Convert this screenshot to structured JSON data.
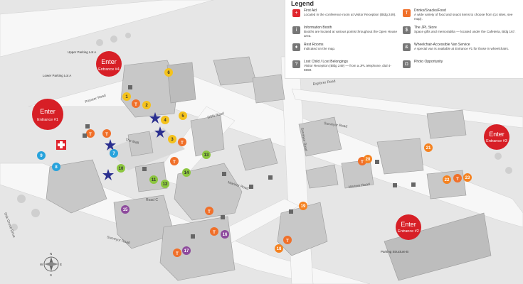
{
  "legend": {
    "title": "Legend",
    "items": [
      {
        "icon": "first-aid-icon",
        "glyph": "+",
        "color": "#e0262e",
        "name": "First Aid",
        "desc": "Located in the conference room at Visitor Reception (Bldg 249)."
      },
      {
        "icon": "info-icon",
        "glyph": "i",
        "color": "#777777",
        "name": "Information Booth",
        "desc": "Booths are located at various points throughout the Open House area."
      },
      {
        "icon": "restroom-icon",
        "glyph": "♦",
        "color": "#777777",
        "name": "Rest Rooms",
        "desc": "Indicated on the map."
      },
      {
        "icon": "lost-child-icon",
        "glyph": "?",
        "color": "#777777",
        "name": "Lost Child / Lost Belongings",
        "desc": "Visitor Reception (Bldg 249) — from a JPL telephone, dial 4-5559."
      },
      {
        "icon": "food-icon",
        "glyph": "T",
        "color": "#f0702a",
        "name": "Drinks/Snacks/Food",
        "desc": "A wide variety of food and snack items to choose from (14 sites, see map)."
      },
      {
        "icon": "store-icon",
        "glyph": "$",
        "color": "#777777",
        "name": "The JPL Store",
        "desc": "Space gifts and memorabilia — located under the Cafeteria, Bldg 167."
      },
      {
        "icon": "wheelchair-icon",
        "glyph": "&",
        "color": "#777777",
        "name": "Wheelchair-Accessible Van Service",
        "desc": "A special van is available at Entrance #1 for those in wheelchairs."
      },
      {
        "icon": "camera-icon",
        "glyph": "◘",
        "color": "#777777",
        "name": "Photo Opportunity",
        "desc": ""
      }
    ]
  },
  "entrances": [
    {
      "name": "entrance-4",
      "label": "Enter",
      "sub": "Entrance #4"
    },
    {
      "name": "entrance-1",
      "label": "Enter",
      "sub": "Entrance #1"
    },
    {
      "name": "entrance-3",
      "label": "Enter",
      "sub": "Entrance #3"
    },
    {
      "name": "entrance-2",
      "label": "Enter",
      "sub": "Entrance #2"
    }
  ],
  "roads": {
    "pioneer": "Pioneer Road",
    "dsn": "DSN Road",
    "mall": "The Mall",
    "mariner": "Mariner Road",
    "explorer": "Explorer Road",
    "surveyor": "Surveyor Road",
    "surveyor2": "Surveyor Road",
    "surveyor3": "Surveyor Road",
    "mariner2": "Mariner Road",
    "oakgrove": "Oak Grove Drive",
    "roadc": "Road C"
  },
  "lots": {
    "upper": "Upper Parking Lot A",
    "lower": "Lower Parking Lot A",
    "parking_b": "Parking Structure B"
  },
  "compass": {
    "n": "N",
    "s": "S",
    "e": "E",
    "w": "W"
  },
  "markers": [
    "1",
    "2",
    "3",
    "4",
    "5",
    "6",
    "7",
    "8",
    "9",
    "10",
    "11",
    "12",
    "13",
    "14",
    "15",
    "16",
    "17",
    "18",
    "19",
    "20",
    "21",
    "22",
    "23"
  ],
  "colors": {
    "entrance": "#d71f26",
    "food": "#f0702a",
    "yellow": "#f4c21c",
    "blue": "#28a3dc",
    "green": "#8cc63f",
    "purple": "#8e4b9d",
    "orange": "#f58220",
    "star": "#2a2f8f"
  }
}
